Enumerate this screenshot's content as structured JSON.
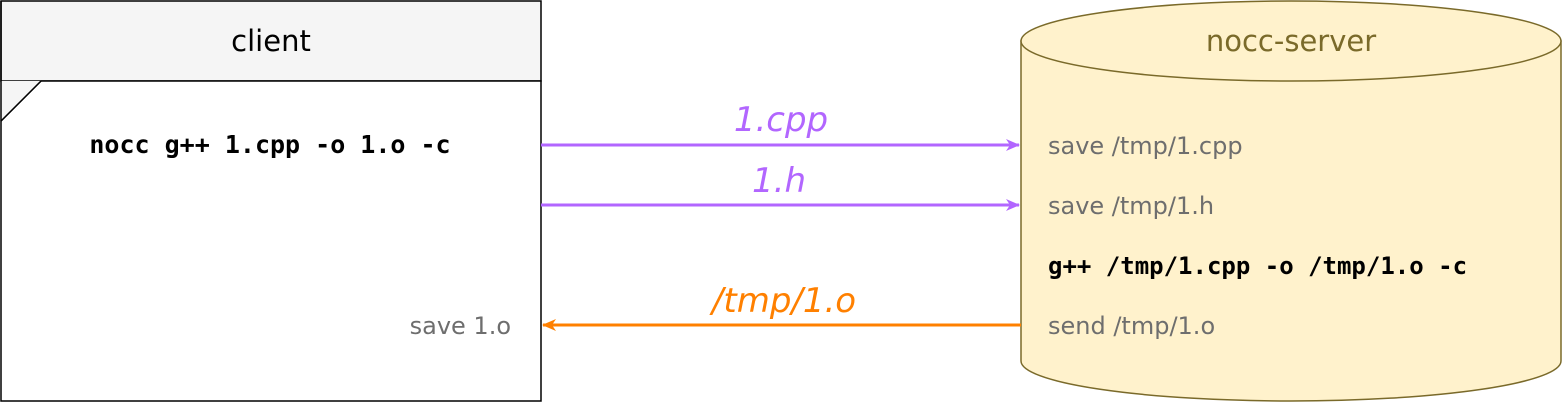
{
  "client": {
    "title": "client",
    "command": "nocc g++ 1.cpp -o 1.o -c",
    "save_label": "save 1.o"
  },
  "server": {
    "title": "nocc-server",
    "lines": {
      "save_cpp": "save /tmp/1.cpp",
      "save_h": "save /tmp/1.h",
      "compile": "g++ /tmp/1.cpp -o /tmp/1.o -c",
      "send": "send /tmp/1.o"
    }
  },
  "arrows": {
    "cpp": "1.cpp",
    "h": "1.h",
    "obj": "/tmp/1.o"
  },
  "colors": {
    "purple": "#b266ff",
    "orange": "#ff8000",
    "server_fill": "#fff2cc",
    "server_stroke": "#7a6a2a",
    "server_title": "#7a6a2a",
    "header_fill": "#f5f5f5",
    "gray_text": "#6e6e6e"
  }
}
